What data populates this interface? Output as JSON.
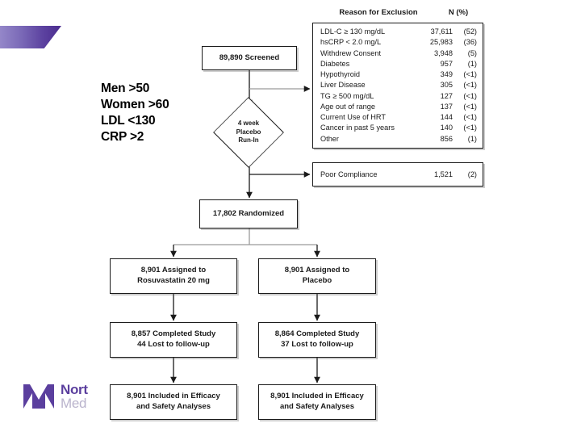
{
  "slide": {
    "logo": {
      "name_top": "Nort",
      "name_bottom": "Med",
      "mark": "nm-monogram-icon",
      "color": "#5b3f9e"
    },
    "banner_color": "#4b2d8f"
  },
  "annotation": {
    "lines": [
      "Men >50",
      "Women >60",
      "LDL <130",
      "CRP >2"
    ],
    "line1": "Men >50",
    "line2": "Women >60",
    "line3": "LDL <130",
    "line4": "CRP >2"
  },
  "flow": {
    "screened": "89,890 Screened",
    "runin": {
      "line1": "4 week",
      "line2": "Placebo",
      "line3": "Run-In"
    },
    "randomized": "17,802 Randomized",
    "assign_drug": {
      "line1": "8,901 Assigned to",
      "line2": "Rosuvastatin 20 mg"
    },
    "assign_placebo": {
      "line1": "8,901 Assigned to",
      "line2": "Placebo"
    },
    "complete_drug": {
      "line1": "8,857 Completed Study",
      "line2": "44 Lost to follow-up"
    },
    "complete_placebo": {
      "line1": "8,864 Completed Study",
      "line2": "37 Lost to follow-up"
    },
    "analysis_drug": {
      "line1": "8,901 Included in Efficacy",
      "line2": "and Safety Analyses"
    },
    "analysis_placebo": {
      "line1": "8,901 Included in Efficacy",
      "line2": "and Safety Analyses"
    }
  },
  "exclusion_table": {
    "header_reason": "Reason for Exclusion",
    "header_n": "N (%)",
    "rows": [
      {
        "label": "LDL-C ≥ 130 mg/dL",
        "n": "37,611",
        "pct": "(52)"
      },
      {
        "label": "hsCRP < 2.0 mg/L",
        "n": "25,983",
        "pct": "(36)"
      },
      {
        "label": "Withdrew Consent",
        "n": "3,948",
        "pct": "(5)"
      },
      {
        "label": "Diabetes",
        "n": "957",
        "pct": "(1)"
      },
      {
        "label": "Hypothyroid",
        "n": "349",
        "pct": "(<1)"
      },
      {
        "label": "Liver Disease",
        "n": "305",
        "pct": "(<1)"
      },
      {
        "label": "TG ≥ 500 mg/dL",
        "n": "127",
        "pct": "(<1)"
      },
      {
        "label": "Age out of range",
        "n": "137",
        "pct": "(<1)"
      },
      {
        "label": "Current Use of HRT",
        "n": "144",
        "pct": "(<1)"
      },
      {
        "label": "Cancer in past 5 years",
        "n": "140",
        "pct": "(<1)"
      },
      {
        "label": "Other",
        "n": "856",
        "pct": "(1)"
      }
    ]
  },
  "compliance": {
    "label": "Poor Compliance",
    "n": "1,521",
    "pct": "(2)"
  }
}
